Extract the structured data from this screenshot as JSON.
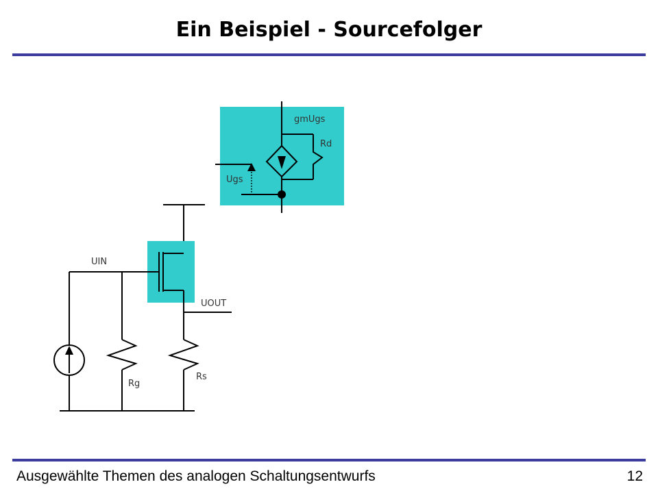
{
  "title": "Ein Beispiel - Sourcefolger",
  "footer": {
    "course": "Ausgewählte Themen des analogen Schaltungsentwurfs",
    "page_number": "12"
  },
  "labels": {
    "gmugs": "gmUgs",
    "rd": "Rd",
    "ugs": "Ugs",
    "uin": "UIN",
    "uout": "UOUT",
    "rg": "Rg",
    "rs": "Rs"
  },
  "colors": {
    "accent_rule": "#3c3c9e",
    "highlight_box": "#33cccc",
    "wire": "#000000"
  }
}
